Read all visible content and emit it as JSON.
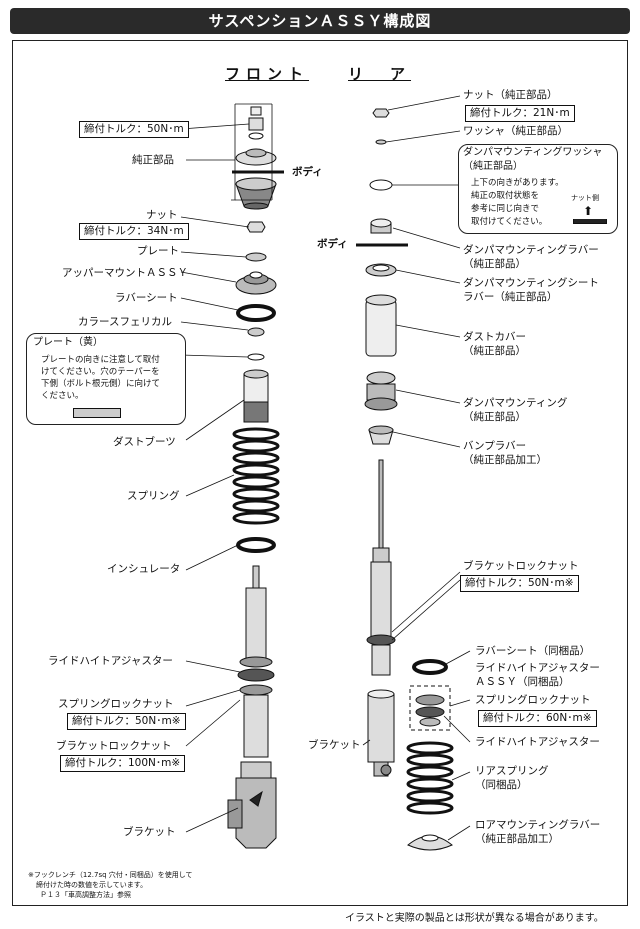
{
  "title": "サスペンションＡＳＳＹ構成図",
  "headers": {
    "front": "フロント",
    "rear": "リ　ア"
  },
  "front": {
    "torque_top": "締付トルク：50N･m",
    "oem_parts": "純正部品",
    "body": "ボディ",
    "nut": "ナット",
    "torque_nut": "締付トルク：34N･m",
    "plate": "プレート",
    "upper_mount": "アッパーマウントＡＳＳＹ",
    "rubber_sheet": "ラバーシート",
    "collar": "カラースフェリカル",
    "plate_note_title": "プレート（黄）",
    "plate_note_lines": [
      "プレートの向きに注意して取付",
      "けてください。穴のテーパーを",
      "下側（ボルト根元側）に向けて",
      "ください。"
    ],
    "dust_boot": "ダストブーツ",
    "spring": "スプリング",
    "insulator": "インシュレータ",
    "ride_height": "ライドハイトアジャスター",
    "spring_lock_nut": "スプリングロックナット",
    "torque_spring_lock": "締付トルク：50N･m※",
    "bracket_lock_nut": "ブラケットロックナット",
    "torque_bracket_lock": "締付トルク：100N･m※",
    "bracket": "ブラケット"
  },
  "rear": {
    "nut": "ナット（純正部品）",
    "torque_nut": "締付トルク：21N･m",
    "washer": "ワッシャ（純正部品）",
    "damper_washer_title": "ダンパマウンティングワッシャ",
    "damper_washer_sub": "（純正部品）",
    "damper_washer_lines": [
      "上下の向きがあります。",
      "純正の取付状態を",
      "参考に同じ向きで",
      "取付けてください。"
    ],
    "nut_side": "ナット側",
    "body": "ボディ",
    "damper_rubber": "ダンパマウンティングラバー",
    "damper_rubber_sub": "（純正部品）",
    "damper_seat_rubber": "ダンパマウンティングシート",
    "damper_seat_rubber_sub": "ラバー（純正部品）",
    "dust_cover": "ダストカバー",
    "dust_cover_sub": "（純正部品）",
    "damper_mounting": "ダンパマウンティング",
    "damper_mounting_sub": "（純正部品）",
    "bump_rubber": "バンプラバー",
    "bump_rubber_sub": "（純正部品加工）",
    "bracket_lock_nut": "ブラケットロックナット",
    "torque_bracket_lock": "締付トルク：50N･m※",
    "rubber_sheet": "ラバーシート（同梱品）",
    "ride_height": "ライドハイトアジャスター",
    "ride_height_sub": "ＡＳＳＹ（同梱品）",
    "spring_lock_nut": "スプリングロックナット",
    "torque_spring_lock": "締付トルク：60N･m※",
    "ride_height2": "ライドハイトアジャスター",
    "bracket": "ブラケット",
    "rear_spring": "リアスプリング",
    "rear_spring_sub": "（同梱品）",
    "lower_rubber": "ロアマウンティングラバー",
    "lower_rubber_sub": "（純正部品加工）"
  },
  "footnote_lines": [
    "※フックレンチ（12.7sq 穴付・同梱品）を使用して",
    "締付けた時の数値を示しています。",
    "Ｐ１３「車高調整方法」参照"
  ],
  "disclaimer": "イラストと実際の製品とは形状が異なる場合があります。"
}
